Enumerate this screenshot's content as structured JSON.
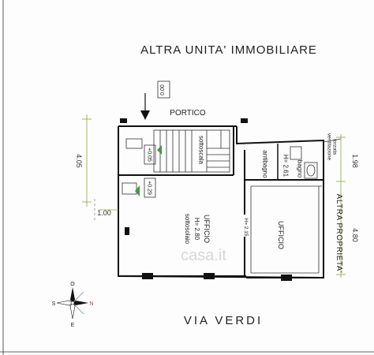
{
  "header": {
    "title": "ALTRA  UNITA' IMMOBILIARE"
  },
  "level_marker": "0.00",
  "rooms": {
    "portico": "PORTICO",
    "sottoscala": "sottoscala",
    "antibagno": "antibagno",
    "bagno": "bagno",
    "bagno_h": "H= 2.61",
    "ventilazione_1": "ventilazione",
    "ventilazione_2": "forzata",
    "ufficio_left": "UFFICIO",
    "ufficio_left_h": "H= 2.80",
    "ufficio_left_sub": "sottosolaio",
    "ufficio_right": "UFFICIO",
    "passage_h": "H= 2.15"
  },
  "levels": {
    "l1": "+0.05",
    "l2": "+0.29"
  },
  "dimensions": {
    "d_left": "4.05",
    "d_bottom": "1.00",
    "d_right_top": "1.98",
    "d_right_bottom": "4.80"
  },
  "side_label": "ALTRA  PROPRIETA'",
  "street_label": "VIA    VERDI",
  "watermark": "casa.it",
  "compass": {
    "n": "N",
    "o": "O",
    "s": "S",
    "e": "E"
  }
}
